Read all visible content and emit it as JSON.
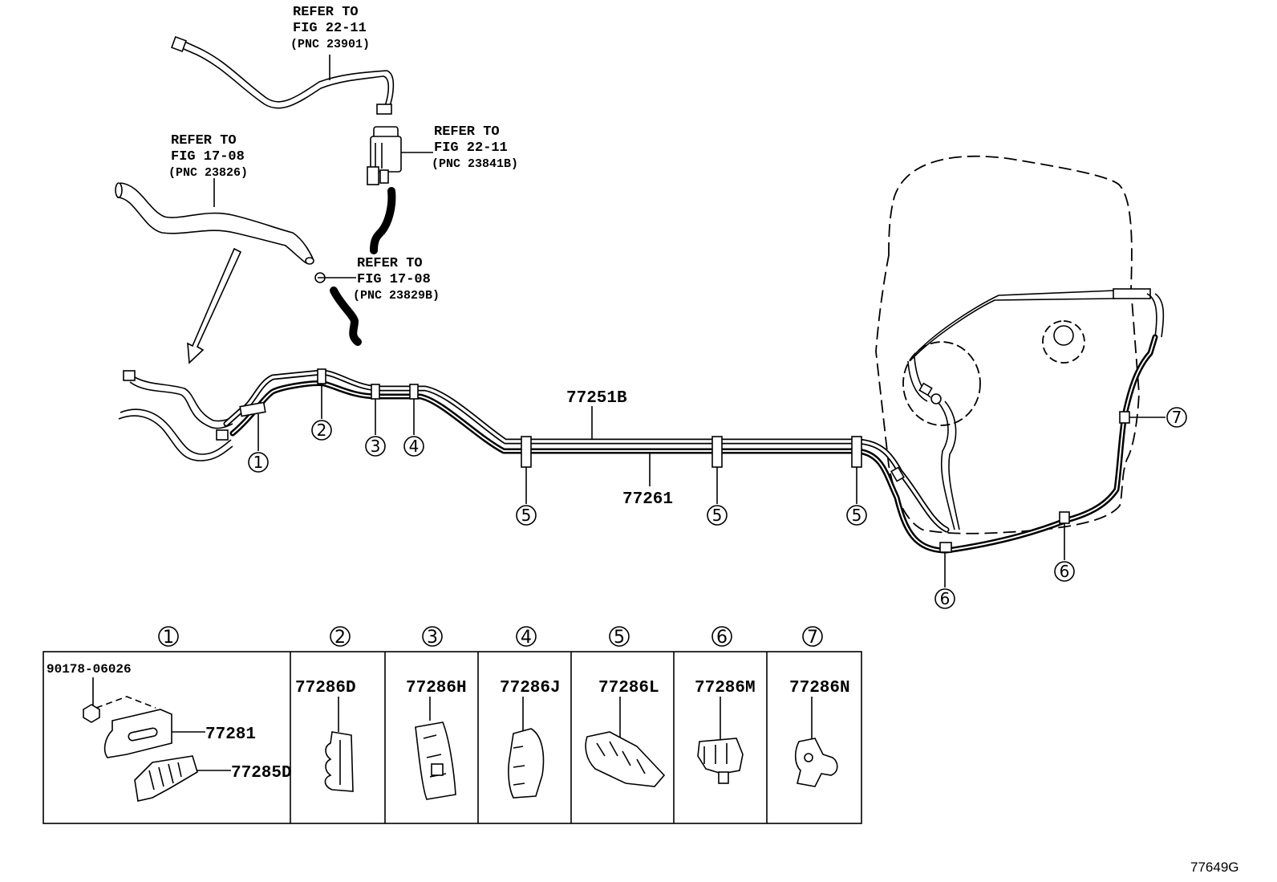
{
  "refs": [
    {
      "line1": "REFER TO",
      "line2": "FIG 22-11",
      "line3": "(PNC 23901)"
    },
    {
      "line1": "REFER TO",
      "line2": "FIG 22-11",
      "line3": "(PNC 23841B)"
    },
    {
      "line1": "REFER TO",
      "line2": "FIG 17-08",
      "line3": "(PNC 23826)"
    },
    {
      "line1": "REFER TO",
      "line2": "FIG 17-08",
      "line3": "(PNC 23829B)"
    }
  ],
  "pipes": {
    "upper": "77251B",
    "lower": "77261"
  },
  "callouts": {
    "c1": "1",
    "c2": "2",
    "c3": "3",
    "c4": "4",
    "c5": "5",
    "c6": "6",
    "c7": "7"
  },
  "table": {
    "headers": [
      "1",
      "2",
      "3",
      "4",
      "5",
      "6",
      "7"
    ],
    "cell1": {
      "nut": "90178-06026",
      "bracket": "77281",
      "clamp": "77285D"
    },
    "parts": [
      "77286D",
      "77286H",
      "77286J",
      "77286L",
      "77286M",
      "77286N"
    ]
  },
  "figure_id": "77649G"
}
